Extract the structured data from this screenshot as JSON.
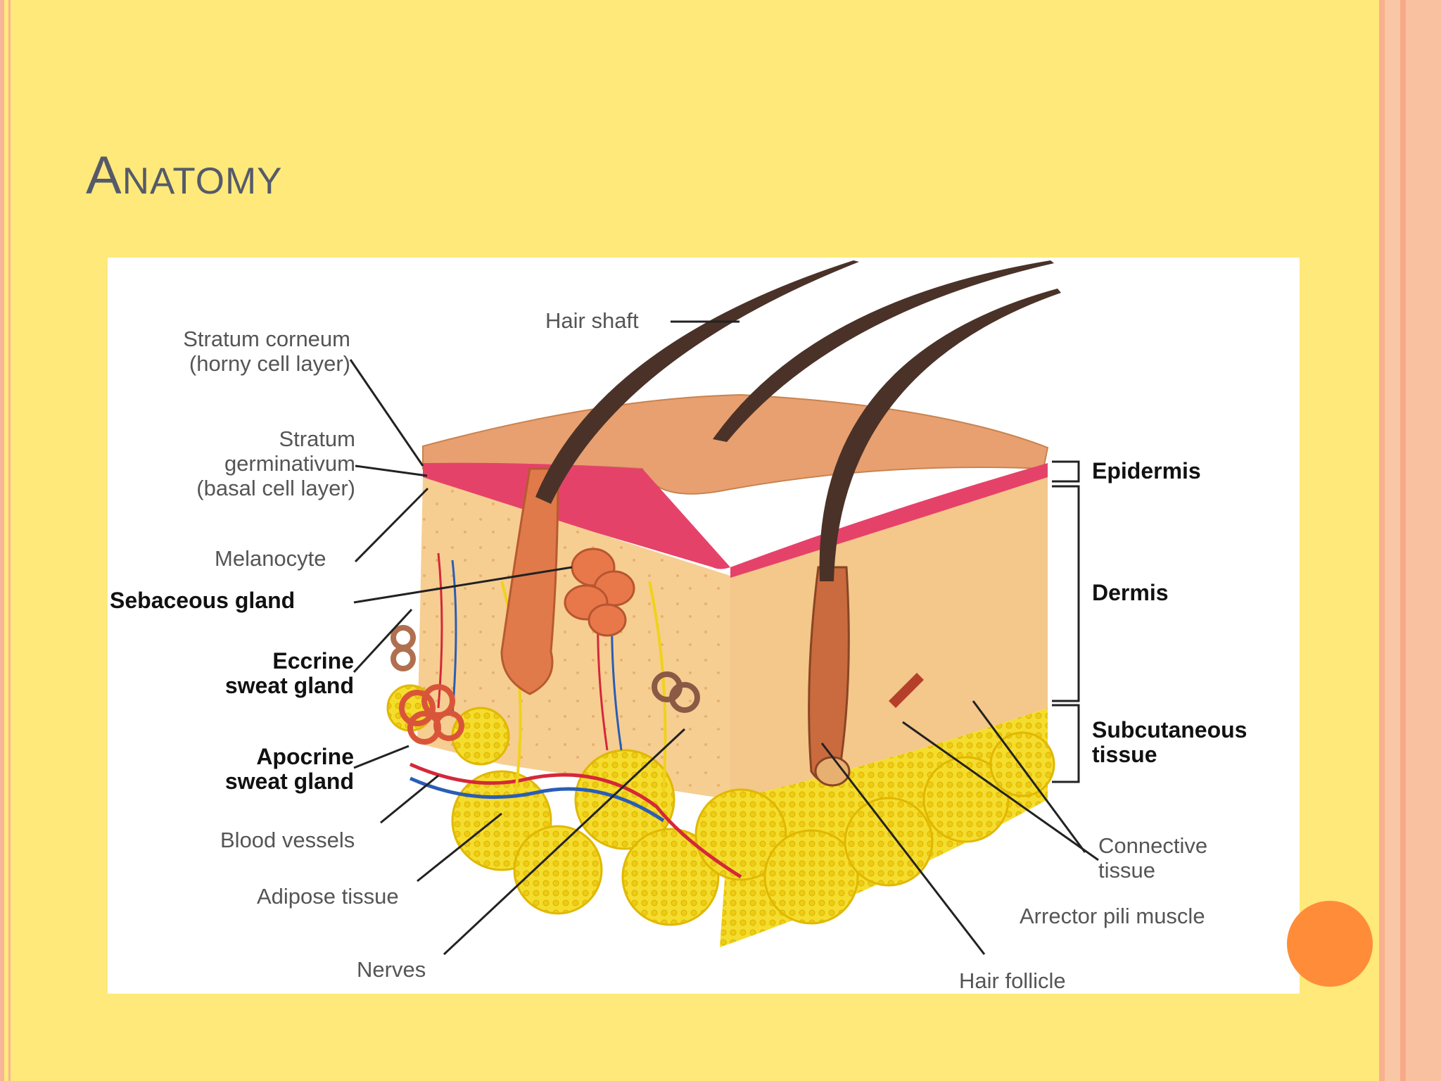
{
  "slide": {
    "title": "Anatomy",
    "colors": {
      "background": "#FEE97A",
      "title": "#555A6A",
      "accent_bullet": "#FF8C38",
      "border_stripes": [
        "#F7B59A",
        "#FEE97A",
        "#F8B08E",
        "#FAC7A6",
        "#F8A987"
      ]
    }
  },
  "diagram": {
    "labels": {
      "hair_shaft": "Hair shaft",
      "stratum_corneum": [
        "Stratum corneum",
        "(horny cell layer)"
      ],
      "stratum_germinativum": [
        "Stratum",
        "germinativum",
        "(basal cell layer)"
      ],
      "melanocyte": "Melanocyte",
      "sebaceous_gland": "Sebaceous gland",
      "eccrine_sweat_gland": [
        "Eccrine",
        "sweat gland"
      ],
      "apocrine_sweat_gland": [
        "Apocrine",
        "sweat gland"
      ],
      "blood_vessels": "Blood vessels",
      "adipose_tissue": "Adipose tissue",
      "nerves": "Nerves",
      "epidermis": "Epidermis",
      "dermis": "Dermis",
      "subcutaneous_tissue": [
        "Subcutaneous",
        "tissue"
      ],
      "connective_tissue": [
        "Connective",
        "tissue"
      ],
      "arrector_pili_muscle": "Arrector pili muscle",
      "hair_follicle": "Hair follicle"
    }
  }
}
